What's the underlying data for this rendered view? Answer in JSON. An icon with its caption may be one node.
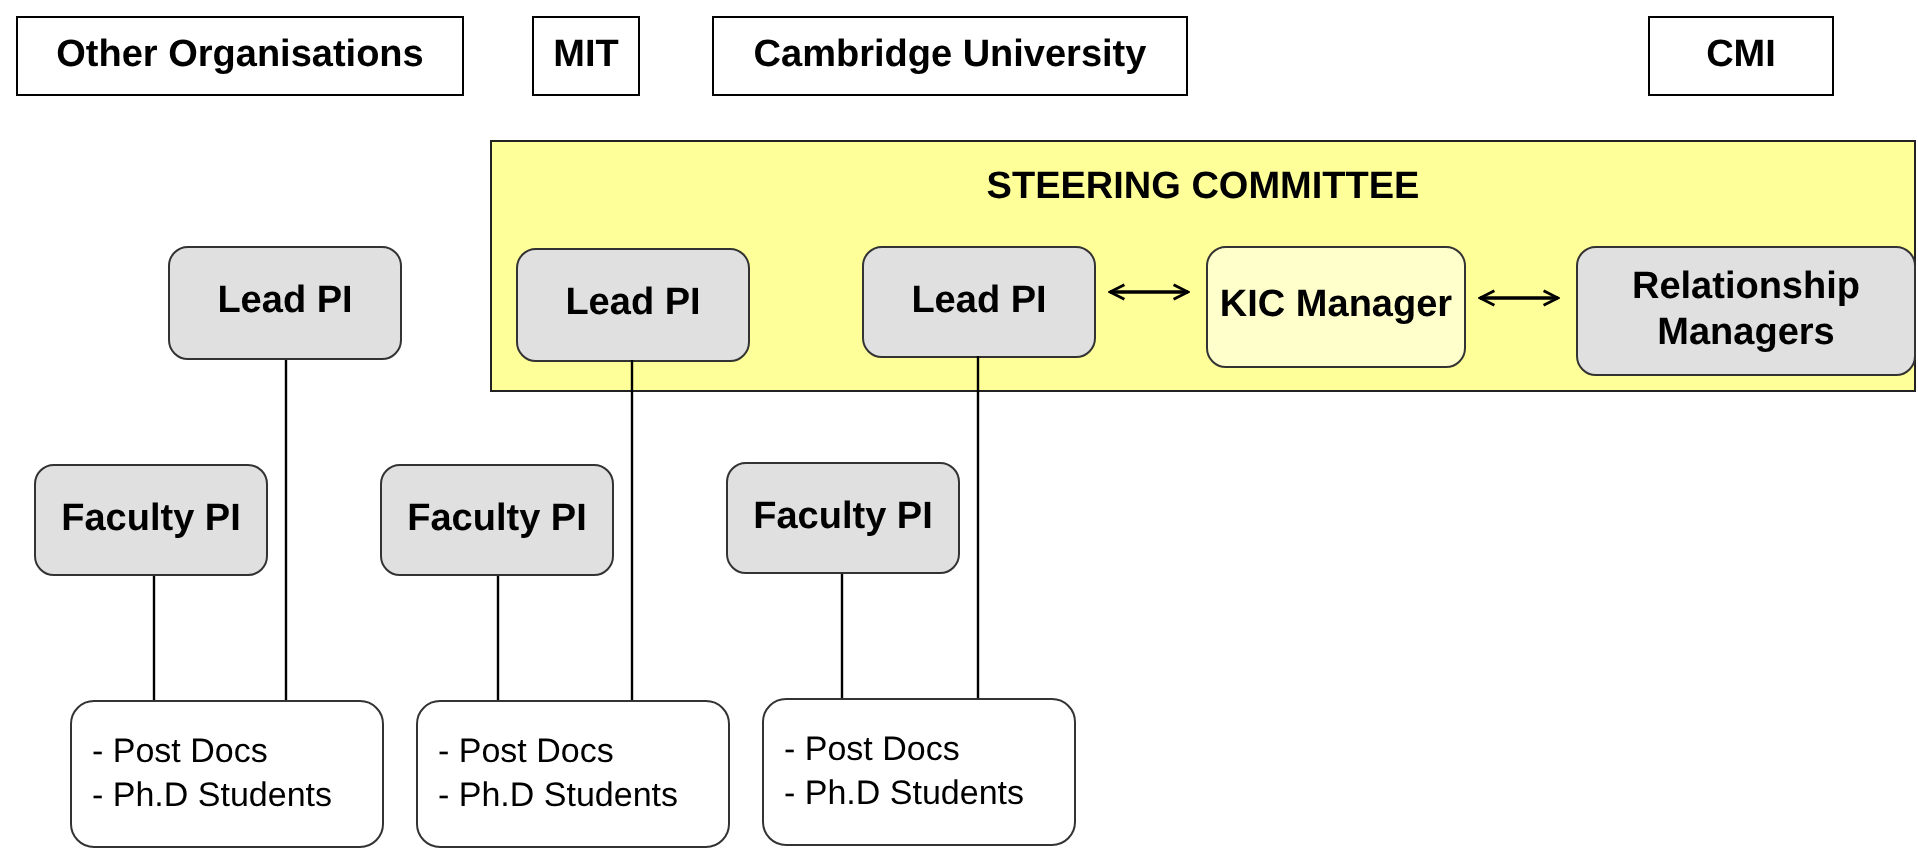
{
  "diagram": {
    "nodes": [
      {
        "text": [
          "Other Organisations"
        ]
      },
      {
        "text": [
          "MIT"
        ]
      },
      {
        "text": [
          "Cambridge University"
        ]
      },
      {
        "text": [
          "CMI"
        ]
      },
      {
        "text": [
          "STEERING COMMITTEE"
        ]
      },
      {
        "text": [
          "Lead PI"
        ]
      },
      {
        "text": [
          "Lead PI"
        ],
        "in": 4
      },
      {
        "text": [
          "Lead PI"
        ],
        "in": 4
      },
      {
        "text": [
          "KIC Manager"
        ],
        "in": 4
      },
      {
        "text": [
          "Relationship Managers"
        ],
        "in": 4
      },
      {
        "text": [
          "Faculty PI"
        ]
      },
      {
        "text": [
          "Faculty PI"
        ]
      },
      {
        "text": [
          "Faculty PI"
        ]
      },
      {
        "text": [
          "- Post Docs",
          "- Ph.D Students"
        ]
      },
      {
        "text": [
          "- Post Docs",
          "- Ph.D Students"
        ]
      },
      {
        "text": [
          "- Post Docs",
          "- Ph.D Students"
        ]
      }
    ],
    "edges": [
      {
        "from": 5,
        "to": 13,
        "arrow": "none"
      },
      {
        "from": 10,
        "to": 13,
        "arrow": "none"
      },
      {
        "from": 6,
        "to": 14,
        "arrow": "none"
      },
      {
        "from": 11,
        "to": 14,
        "arrow": "none"
      },
      {
        "from": 7,
        "to": 15,
        "arrow": "none"
      },
      {
        "from": 12,
        "to": 15,
        "arrow": "none"
      },
      {
        "from": 7,
        "to": 8,
        "arrow": "both"
      },
      {
        "from": 8,
        "to": 9,
        "arrow": "both"
      }
    ]
  }
}
